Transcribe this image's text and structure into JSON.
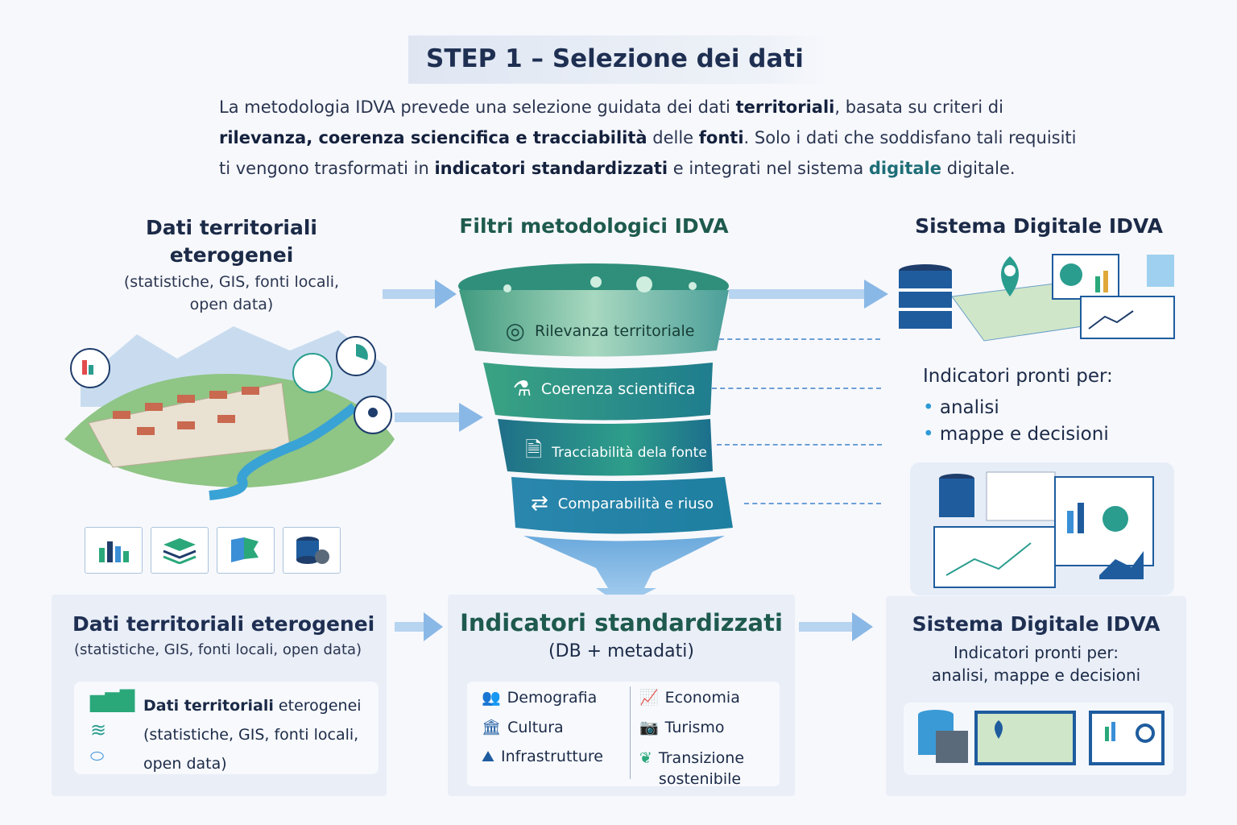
{
  "title": "STEP 1 – Selezione dei dati",
  "intro": {
    "l1a": "La metodologia IDVA prevede una selezione guidata dei dati ",
    "l1b": "territoriali",
    ". ": "",
    "l1c": ", basata su criteri di",
    "l2a": "rilevanza, coerenza sciencifica e tracciabilità",
    "l2b": " delle ",
    "l2c": "fonti",
    "l2d": ". Solo i dati che soddisfano tali requisiti",
    "l3a": "ti vengono trasformati in ",
    "l3b": "indicatori standardizzati",
    "l3c": " e integrati nel sistema ",
    "l3d": "digitale",
    "l3e": "  digitale."
  },
  "left": {
    "heading": "Dati territoriali eterogenei",
    "sub": "(statistiche, GIS, fonti locali, open data)"
  },
  "middle": {
    "heading": "Filtri metodologici IDVA",
    "filters": [
      "Rilevanza territoriale",
      "Coerenza scientifica",
      "Tracciabilità dela fonte",
      "Comparabilità e riuso"
    ]
  },
  "right": {
    "heading": "Sistema Digitale IDVA",
    "ready": "Indicatori pronti per:",
    "bullets": [
      "analisi",
      "mappe e decisioni"
    ]
  },
  "bottom": {
    "left": {
      "heading": "Dati territoriali eterogenei",
      "sub": "(statistiche, GIS, fonti locali, open data)",
      "card_bold": "Dati territoriali",
      "card_rest": " eterogenei",
      "card_l2": "(statistiche, GIS, fonti locali,",
      "card_l3": "open data)"
    },
    "middle": {
      "heading": "Indicatori standardizzati",
      "sub": "(DB + metadati)",
      "categories": [
        "Demografia",
        "Cultura",
        "Infrastrutture",
        "Economia",
        "Turismo",
        "Transizione sostenibile"
      ]
    },
    "right": {
      "heading": "Sistema Digitale IDVA",
      "l1": "Indicatori pronti per:",
      "l2": "analisi, mappe e decisioni"
    }
  },
  "colors": {
    "accent": "#1e6e78",
    "arrow": "#8ab8e6",
    "navy": "#1e2f52"
  }
}
